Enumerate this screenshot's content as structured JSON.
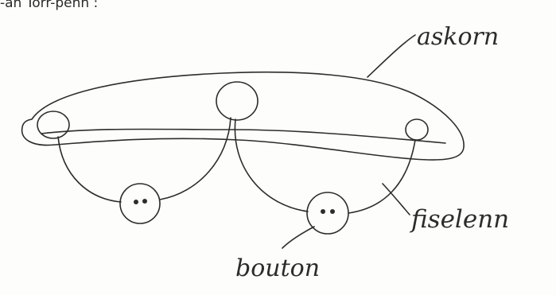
{
  "caption": "-an Torr-penn :",
  "labels": {
    "askorn": "askorn",
    "fiselenn": "fiselenn",
    "bouton": "bouton"
  }
}
